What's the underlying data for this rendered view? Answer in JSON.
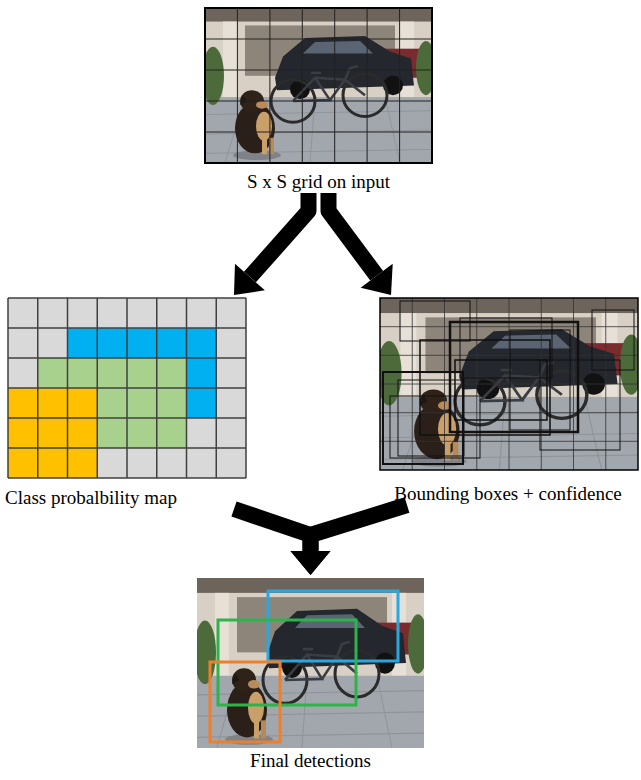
{
  "diagram": {
    "nodes": [
      {
        "text": [
          "S x S grid on input"
        ]
      },
      {
        "text": [
          "Class probalbility map"
        ]
      },
      {
        "text": [
          "Bounding boxes + confidence"
        ]
      },
      {
        "text": [
          "Final detections"
        ]
      }
    ],
    "edges": [
      {
        "from": 0,
        "to": 1,
        "arrow": "to"
      },
      {
        "from": 0,
        "to": 2,
        "arrow": "to"
      },
      {
        "from": 1,
        "to": 3,
        "arrow": "to"
      },
      {
        "from": 2,
        "to": 3,
        "arrow": "to"
      }
    ]
  }
}
